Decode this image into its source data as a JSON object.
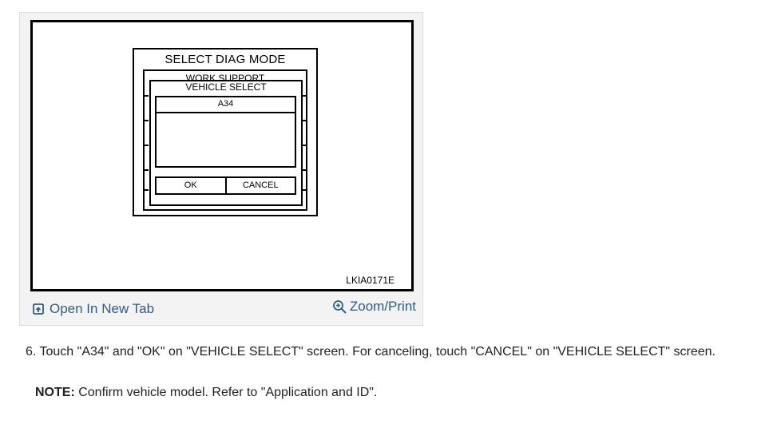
{
  "figure": {
    "screen_title": "SELECT DIAG MODE",
    "work_support_label": "WORK SUPPORT",
    "vehicle_select_title": "VEHICLE SELECT",
    "vehicle_option": "A34",
    "ok_button": "OK",
    "cancel_button": "CANCEL",
    "figure_code": "LKIA0171E"
  },
  "card_actions": {
    "open_tab_label": "Open In New Tab",
    "open_tab_icon": "open-in-new-tab-icon",
    "zoom_label": "Zoom/Print",
    "zoom_icon": "zoom-in-icon",
    "link_color": "#2f5d87"
  },
  "content": {
    "step_text": "6. Touch \"A34\" and \"OK\" on \"VEHICLE SELECT\" screen. For canceling, touch \"CANCEL\" on \"VEHICLE SELECT\" screen.",
    "note_label": "NOTE:",
    "note_text": " Confirm vehicle model. Refer to \"Application and ID\"."
  }
}
